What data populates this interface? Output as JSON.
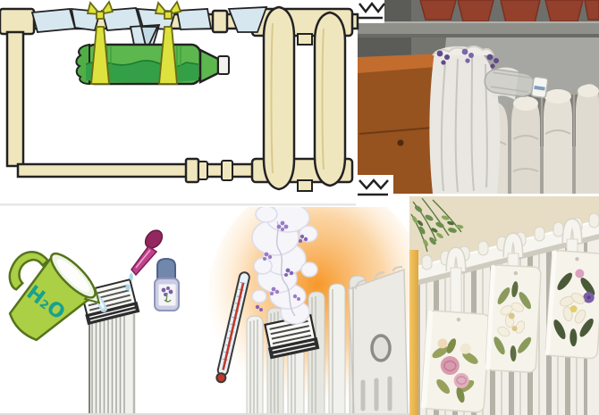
{
  "collage": {
    "subject": "DIY radiator humidifier methods — collage of two photos and three cartoon illustrations",
    "jug_label": "H₂O",
    "panels": [
      {
        "name": "bottle-wick-illustration",
        "kind": "illustration",
        "caption": "Green plastic bottle hung horizontally under a heating pipe with two yellow ribbon ties; a light-blue cloth wick is wrapped along the pipe and dips into the bottle, next to a cream two-column cast-iron radiator with supply and return pipes"
      },
      {
        "name": "wet-cloth-radiator-photo",
        "kind": "photo",
        "caption": "White wet cloth draped over a pale cast-iron radiator, pinned with purple clips, a clear plastic bottle with a white cap resting on top; grey wall, shelf with terracotta pots above and an orange-brown wooden cabinet at left"
      },
      {
        "name": "water-refill-illustration",
        "kind": "illustration",
        "jug_label": "H₂O",
        "caption": "Tilted green measuring jug labelled H₂O pours water into a slatted tray on top of a tall column radiator while a magenta dropper adds essential oil; small lavender oil bottle with a blue cap and violet-flower label stands nearby"
      },
      {
        "name": "steam-radiator-illustration",
        "kind": "illustration",
        "caption": "Angled white radiator with a slatted water box on top releasing a plume of scented steam with purple flower petals, a thermometer leaning at the left, all on a warm orange heat glow"
      },
      {
        "name": "ceramic-humidifier-photo",
        "kind": "photo",
        "caption": "Three white ceramic humidifier pockets decorated with porcelain roses and lilies hanging by hooks on a white column radiator; green plant sprigs at top left and a warm yellow wall strip at the left edge"
      }
    ],
    "colors": {
      "line_art_outline": "#222222",
      "pipe_cream": "#F0E6BE",
      "wick_cloth_blue": "#D7E7EF",
      "bottle_green": "#5CB84E",
      "bottle_liquid_green": "#33A047",
      "ribbon_yellow": "#DEE23E",
      "jug_green": "#ABCF45",
      "h2o_text_teal": "#18A091",
      "dropper_magenta": "#C2418C",
      "oil_bottle_lavender": "#C9CDE8",
      "oil_cap_blue": "#7287AC",
      "heat_glow_orange": "#F6921E",
      "steam_petal_purple": "#9B7BC8",
      "thermometer_red": "#C0392B",
      "photo_wall_grey": "#A6A6A2",
      "terracotta_pot": "#93402C",
      "cabinet_wood": "#96521F",
      "radiator_white": "#EFEDE6",
      "clip_purple": "#5F4B8B",
      "accent_wall_yellow": "#EDBE55",
      "rose_pink": "#D795A8",
      "leaf_green": "#8A9A5B"
    }
  }
}
